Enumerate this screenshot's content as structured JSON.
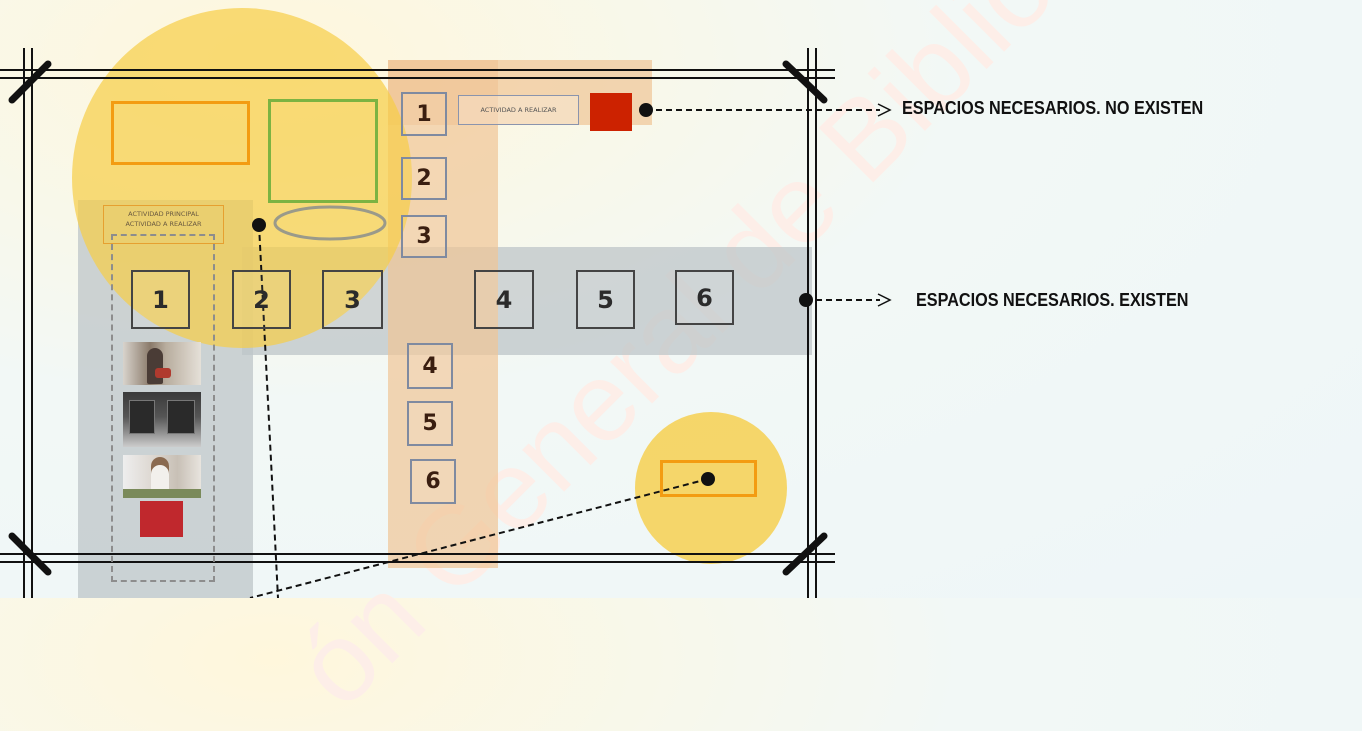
{
  "labels": {
    "not_existing": "ESPACIOS NECESARIOS. NO EXISTEN",
    "existing": "ESPACIOS NECESARIOS. EXISTEN"
  },
  "activity_top": "ACTIVIDAD A REALIZAR",
  "activity_left": {
    "line1": "ACTIVIDAD PRINCIPAL",
    "line2": "ACTIVIDAD A REALIZAR"
  },
  "vertical_numbers_top": [
    "1",
    "2",
    "3"
  ],
  "vertical_numbers_bottom": [
    "4",
    "5",
    "6"
  ],
  "row_numbers": [
    "1",
    "2",
    "3",
    "4",
    "5",
    "6"
  ],
  "watermark": "ón General de Bibliote",
  "colors": {
    "yellow": "#f6d55c",
    "orange": "#f39c12",
    "green": "#7cb342",
    "red": "#cc2200",
    "gray_band": "#c9d0d2",
    "peach_band": "#f0c9a0"
  },
  "icons": [
    "arrow-right-icon",
    "dot-icon"
  ]
}
